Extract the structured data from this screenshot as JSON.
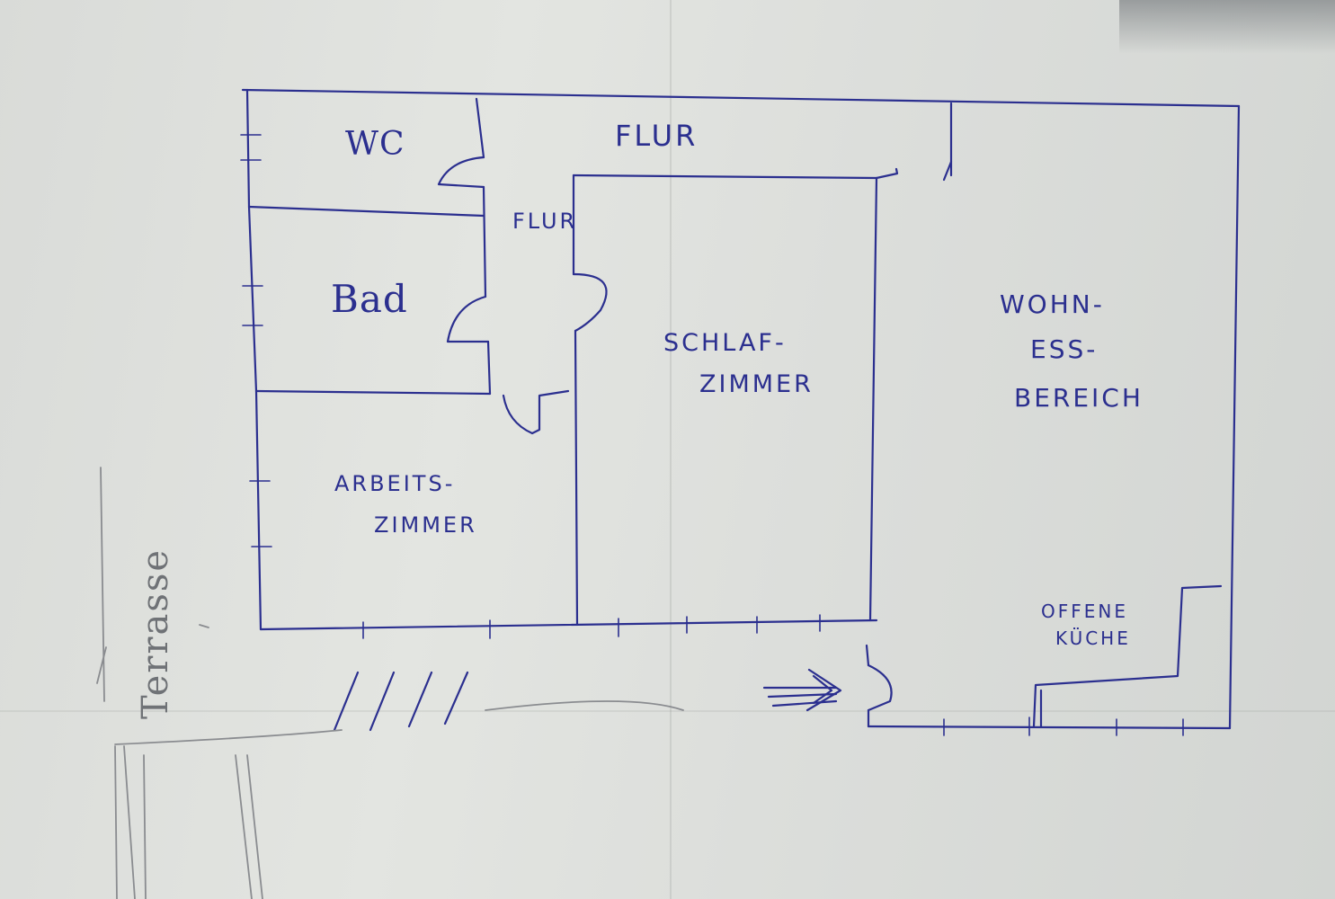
{
  "plan": {
    "rooms": {
      "wc": "WC",
      "flur_top": "FLUR",
      "flur_small": "FLUR",
      "bad": "Bad",
      "schlaf_line1": "SCHLAF-",
      "schlaf_line2": "ZIMMER",
      "wohn_line1": "WOHN-",
      "wohn_line2": "ESS-",
      "wohn_line3": "BEREICH",
      "arbeit_line1": "ARBEITS-",
      "arbeit_line2": "ZIMMER",
      "kueche_line1": "OFFENE",
      "kueche_line2": "KÜCHE"
    },
    "terrace_label": "Terrasse",
    "colors": {
      "ink": "#2b2f8f",
      "pencil": "#8a8c90",
      "paper": "#e1e3df"
    },
    "icons": [
      "entrance-arrow-icon",
      "door-swing-icon",
      "window-tick-icon",
      "terrace-hatch-icon"
    ]
  }
}
